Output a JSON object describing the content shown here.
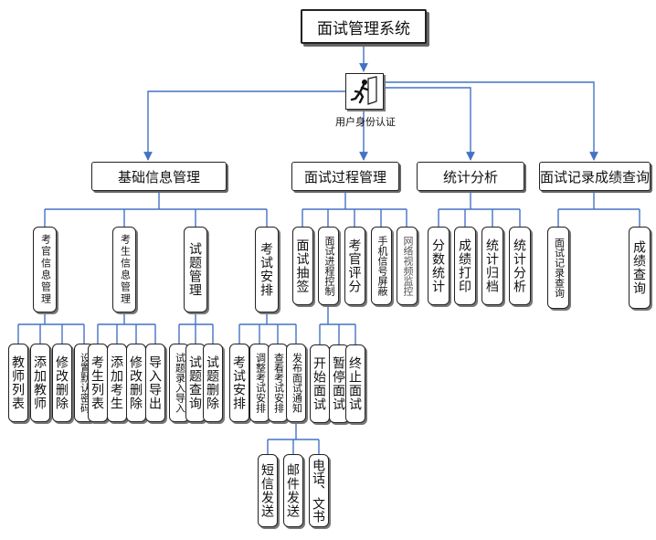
{
  "title": "面试管理系统",
  "auth": {
    "label": "用户身份认证",
    "icon": "running-person-exit-icon"
  },
  "modules": {
    "basic": "基础信息管理",
    "process": "面试过程管理",
    "stats": "统计分析",
    "records": "面试记录成绩查询"
  },
  "basic_subs": {
    "examiner": "考官信息管理",
    "examinee": "考生信息管理",
    "questions": "试题管理",
    "schedule": "考试安排"
  },
  "examiner_items": [
    "教师列表",
    "添加教师",
    "修改删除",
    "设置默认密码"
  ],
  "examinee_items": [
    "考生列表",
    "添加考生",
    "修改删除",
    "导入导出"
  ],
  "question_items": [
    "试题录入导入",
    "试题查询",
    "试题删除"
  ],
  "schedule_items": [
    "考试安排",
    "调整考试安排",
    "查看考试安排",
    "发布面试通知"
  ],
  "notice_items": [
    "短信发送",
    "邮件发送",
    "电话、文书"
  ],
  "process_items": [
    "面试抽签",
    "面试进程控制",
    "考官评分",
    "手机信号屏蔽",
    "网络视频监控"
  ],
  "progress_items": [
    "开始面试",
    "暂停面试",
    "终止面试"
  ],
  "stats_items": [
    "分数统计",
    "成绩打印",
    "统计归档",
    "统计分析"
  ],
  "records_items": [
    "面试记录查询",
    "成绩查询"
  ],
  "colors": {
    "connector": "#4472c4",
    "border": "#222222",
    "shadow": "#666666",
    "muted_text": "#555555"
  }
}
